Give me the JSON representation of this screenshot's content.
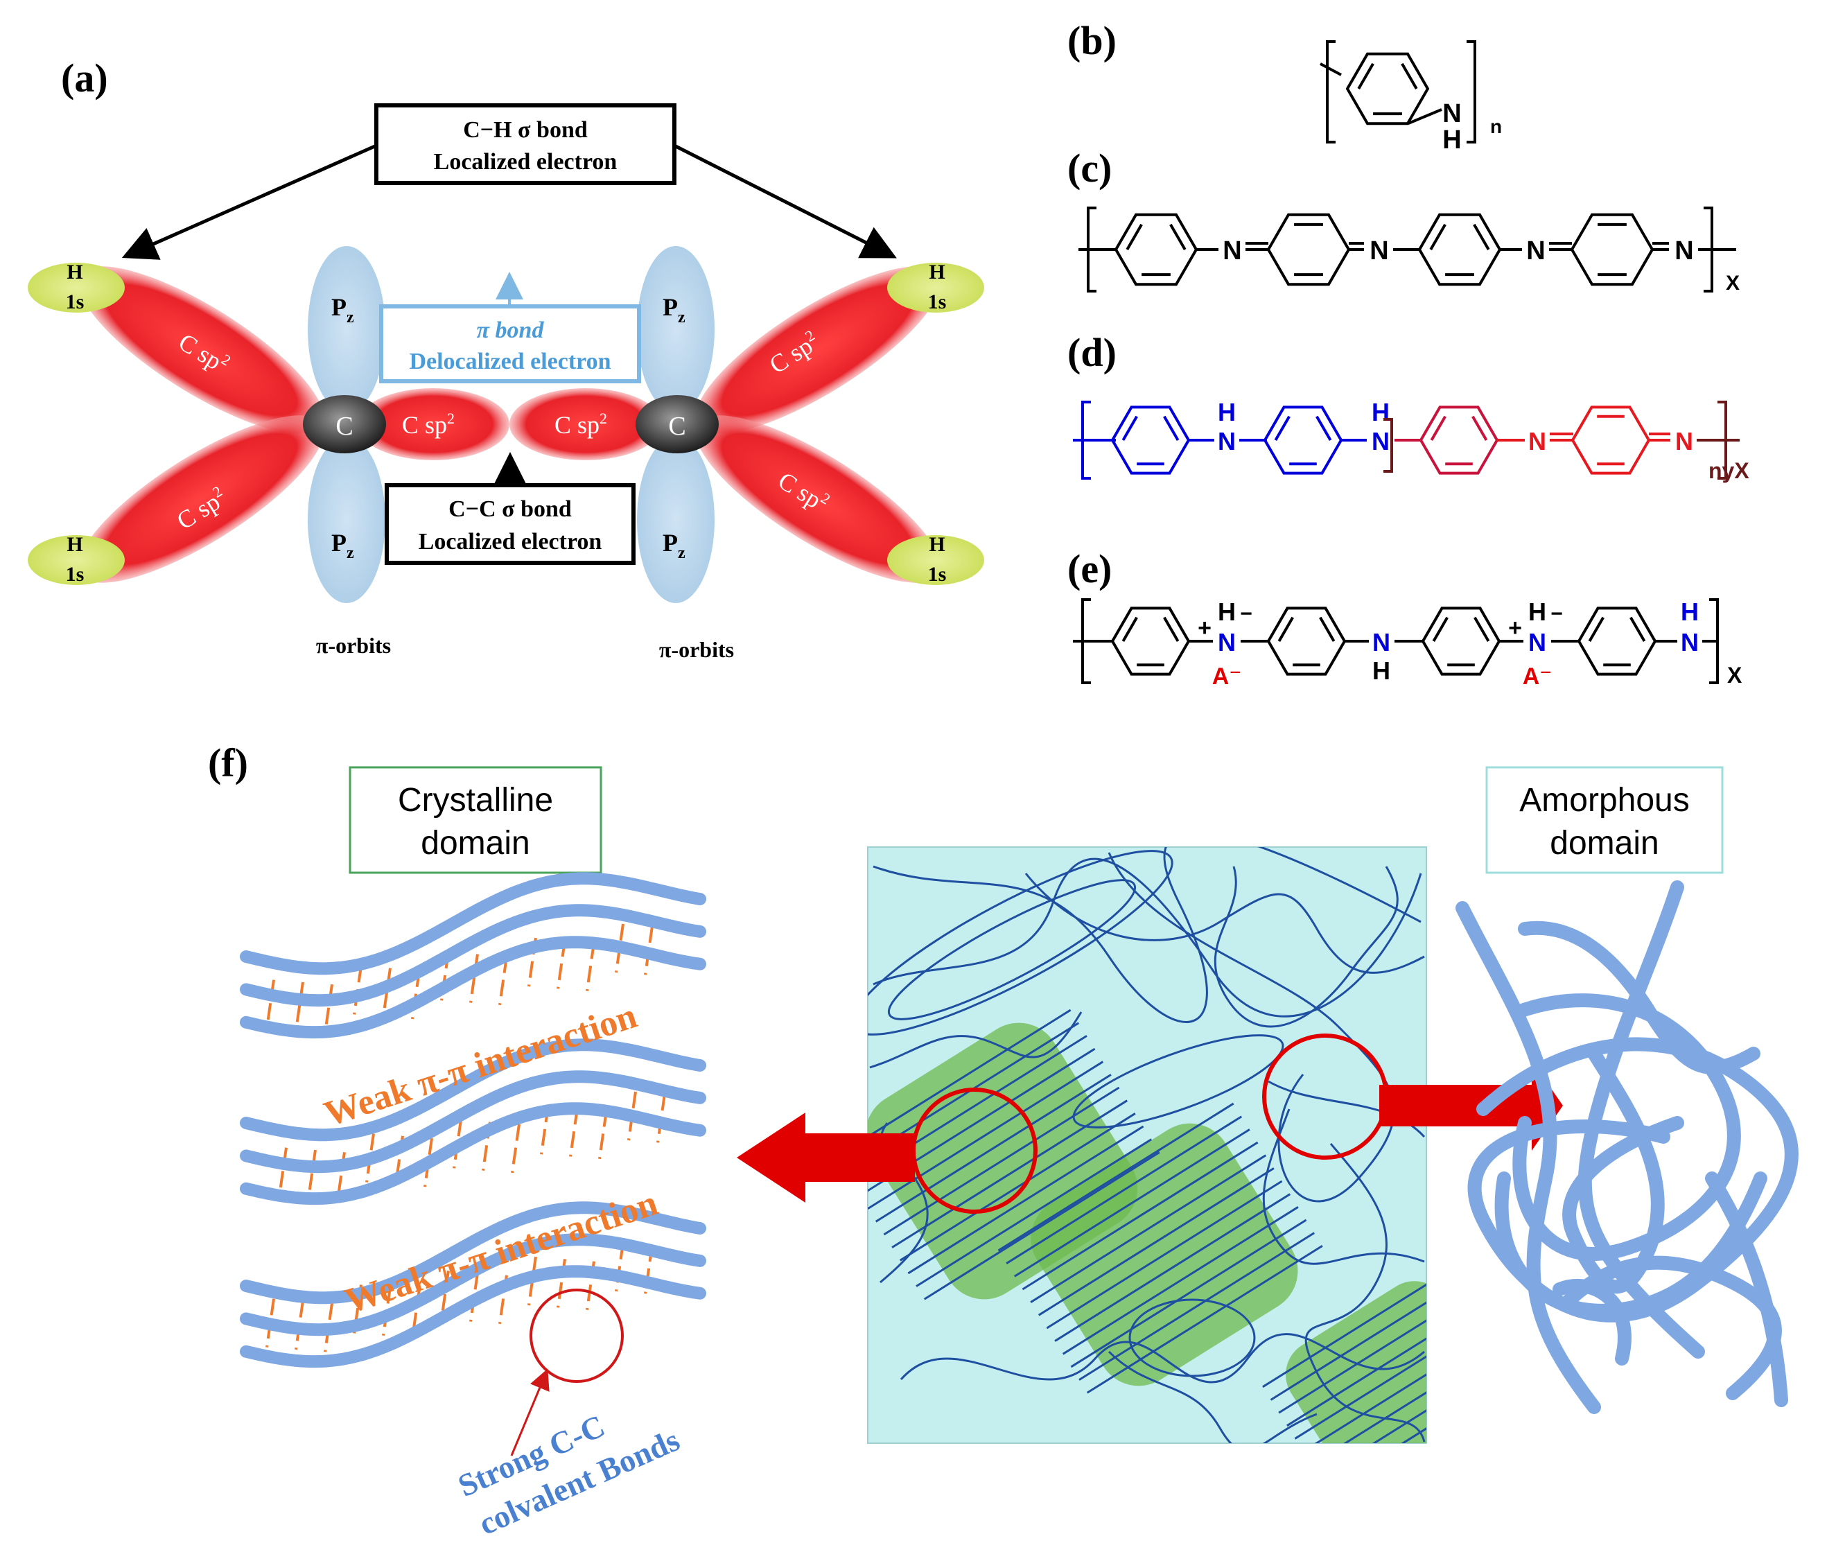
{
  "panels": {
    "a": "(a)",
    "b": "(b)",
    "c": "(c)",
    "d": "(d)",
    "e": "(e)",
    "f": "(f)"
  },
  "a": {
    "ch_bond_line1": "C−H σ bond",
    "ch_bond_line2": "Localized electron",
    "pi_bond_line1": "π bond",
    "pi_bond_line2": "Delocalized electron",
    "cc_bond_line1": "C−C σ bond",
    "cc_bond_line2": "Localized electron",
    "h": "H",
    "s1": "1s",
    "pz": "P",
    "pz_sub": "z",
    "c": "C",
    "csp2": "C sp",
    "sup2": "2",
    "pi_orbits": "π-orbits"
  },
  "chem": {
    "n": "N",
    "h": "H",
    "plus": "+",
    "minus": "−",
    "anion": "A⁻",
    "sub_n": "n",
    "sub_x": "X",
    "sub_ny": "ny"
  },
  "f": {
    "crystalline_line1": "Crystalline",
    "crystalline_line2": "domain",
    "amorphous_line1": "Amorphous",
    "amorphous_line2": "domain",
    "weak_pi": "Weak π-π interaction",
    "strong_line1": "Strong  C-C",
    "strong_line2": "colvalent Bonds"
  },
  "colors": {
    "csp_red": "#e8232a",
    "orbital_blue": "#a9cbe6",
    "h_green": "#c8dc52",
    "pi_text_blue": "#4a9bd6",
    "chain_blue": "#7fa8e2",
    "weak_orange": "#f07a2b",
    "amorph_bg": "#c5efef",
    "crystal_green": "#6dbb4f",
    "arrow_red": "#e00000",
    "mol_blue": "#0000dd",
    "mol_red": "#e5191f",
    "mol_crimson": "#c8143c",
    "mol_dark": "#6a1a1a"
  }
}
